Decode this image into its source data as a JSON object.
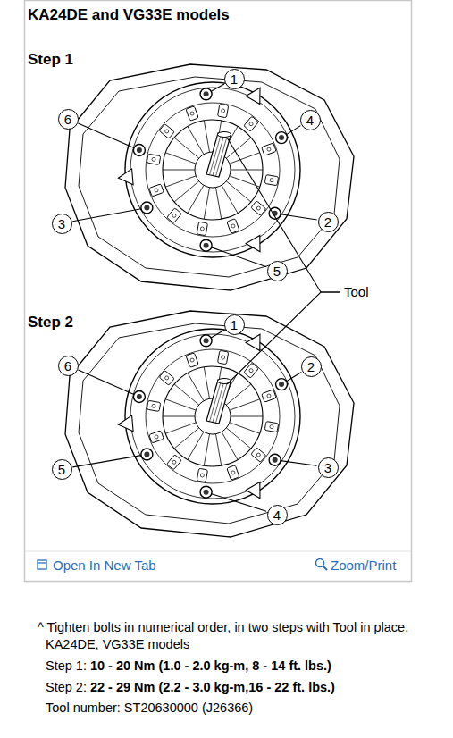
{
  "diagram": {
    "title": "KA24DE and VG33E models",
    "nodes": [
      {
        "text": [
          "1"
        ]
      },
      {
        "text": [
          "6"
        ]
      },
      {
        "text": [
          "4"
        ]
      },
      {
        "text": [
          "3"
        ]
      },
      {
        "text": [
          "2"
        ]
      },
      {
        "text": [
          "5"
        ]
      },
      {
        "text": [
          "1"
        ]
      },
      {
        "text": [
          "6"
        ]
      },
      {
        "text": [
          "2"
        ]
      },
      {
        "text": [
          "5"
        ]
      },
      {
        "text": [
          "3"
        ]
      },
      {
        "text": [
          "4"
        ]
      }
    ],
    "labels": [
      "Step 1",
      "Tool",
      "Step 2",
      "Open In New Tab",
      "Zoom/Print",
      "^ Tighten bolts in numerical order, in two steps with Tool in place.",
      "KA24DE, VG33E models",
      "Step 1:",
      "10 - 20 Nm (1.0 - 2.0 kg-m, 8 - 14 ft. lbs.)",
      "Step 2:",
      "22 - 29 Nm (2.2 - 3.0 kg-m,16 - 22 ft. lbs.)",
      "Tool number: ST20630000 (J26366)"
    ]
  }
}
